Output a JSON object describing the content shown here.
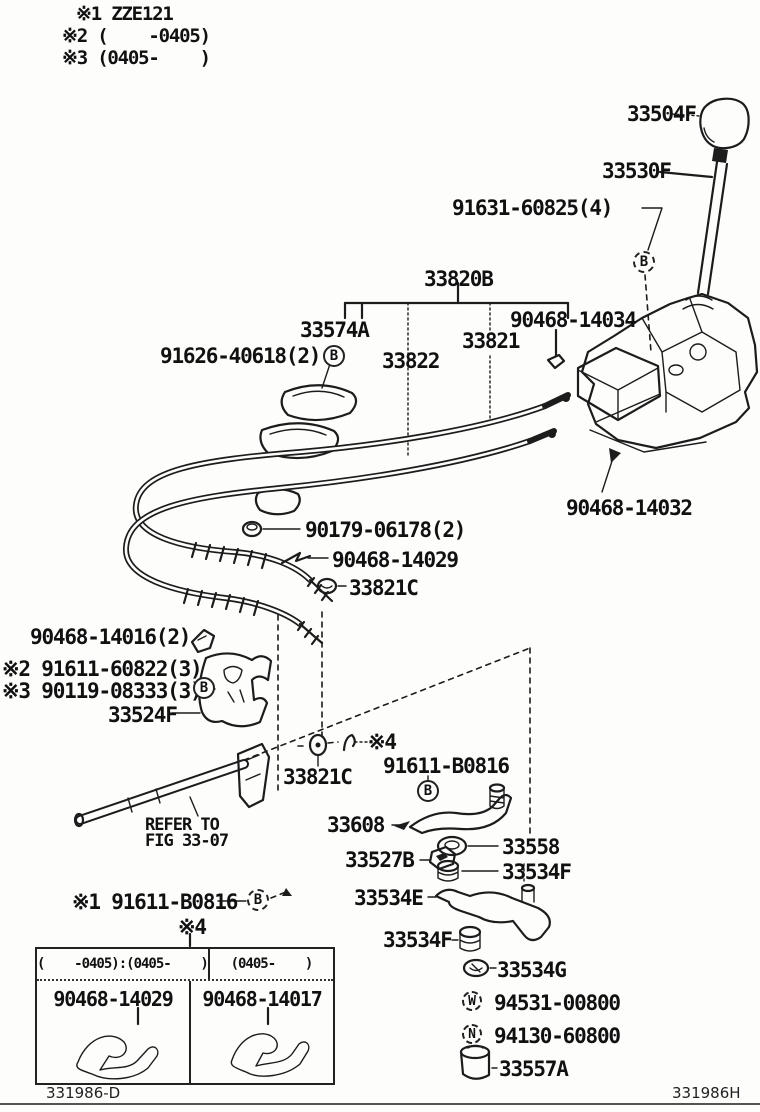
{
  "notes": [
    {
      "text": "※1 ZZE121"
    },
    {
      "text": "※2 (    -0405)"
    },
    {
      "text": "※3 (0405-    )"
    }
  ],
  "glyphs": {
    "b": "B",
    "w": "W",
    "n": "N"
  },
  "parts": {
    "knob": "33504F",
    "lever_shaft": "33530F",
    "bolt_91631": "91631-60825(4)",
    "assy_33820b": "33820B",
    "plate_33574a": "33574A",
    "clamp_14034": "90468-14034",
    "cable_33821": "33821",
    "screw_91626": "91626-40618(2)",
    "cable_33822": "33822",
    "clamp_14032": "90468-14032",
    "nut_90179": "90179-06178(2)",
    "clip_14029": "90468-14029",
    "grommet_33821c_1": "33821C",
    "clip_14016": "90468-14016(2)",
    "bolt_note2": "※2 91611-60822(3)",
    "bolt_note3": "※3 90119-08333(3)",
    "bracket_33524f": "33524F",
    "grommet_33821c_2": "33821C",
    "clip_note4": "※4",
    "bolt_91611_mid": "91611-B0816",
    "lever_33608": "33608",
    "refer_line1": "REFER TO",
    "refer_line2": "FIG 33-07",
    "washer_33558": "33558",
    "nut_33527b": "33527B",
    "bush_33534f_1": "33534F",
    "arm_33534e": "33534E",
    "bush_33534f_2": "33534F",
    "bolt_note1": "※1 91611-B0816",
    "table_note4": "※4",
    "washer_33534g": "33534G",
    "washer_94531": "94531-00800",
    "nut_94130": "94130-60800",
    "cap_33557a": "33557A"
  },
  "table": {
    "header_left": "(    -0405):(0405-    )",
    "header_right": "(0405-    )",
    "cell_left": "90468-14029",
    "cell_right": "90468-14017"
  },
  "footer": {
    "code_left": "331986-D",
    "code_right": "331986H"
  }
}
